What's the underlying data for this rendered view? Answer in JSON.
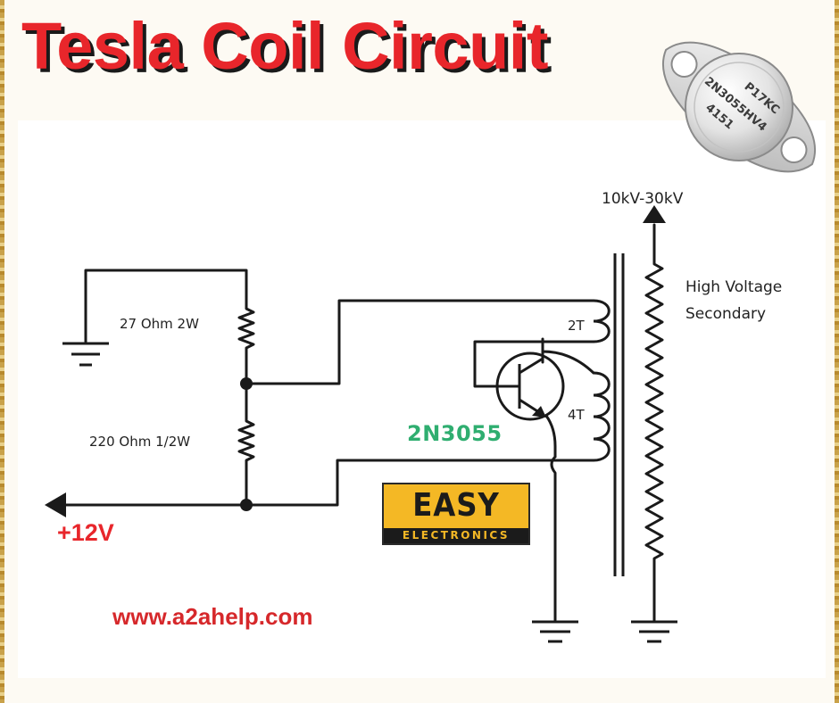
{
  "title": "Tesla Coil Circuit",
  "transistor_photo": {
    "marking_lines": [
      "P17KC",
      "2N3055HV4",
      "4151"
    ]
  },
  "schematic": {
    "output_voltage": "10kV-30kV",
    "secondary_label": [
      "High Voltage",
      "Secondary"
    ],
    "resistor_top": "27 Ohm 2W",
    "resistor_bottom": "220 Ohm 1/2W",
    "winding_feedback": "2T",
    "winding_primary": "4T",
    "transistor": "2N3055",
    "supply": "+12V"
  },
  "logo": {
    "main": "EASY",
    "sub": "ELECTRONICS"
  },
  "website": "www.a2ahelp.com",
  "colors": {
    "title": "#e8262b",
    "transistor_label": "#2fae70",
    "supply_label": "#e8262b",
    "website": "#d6282b",
    "logo_bg": "#f4b825"
  }
}
